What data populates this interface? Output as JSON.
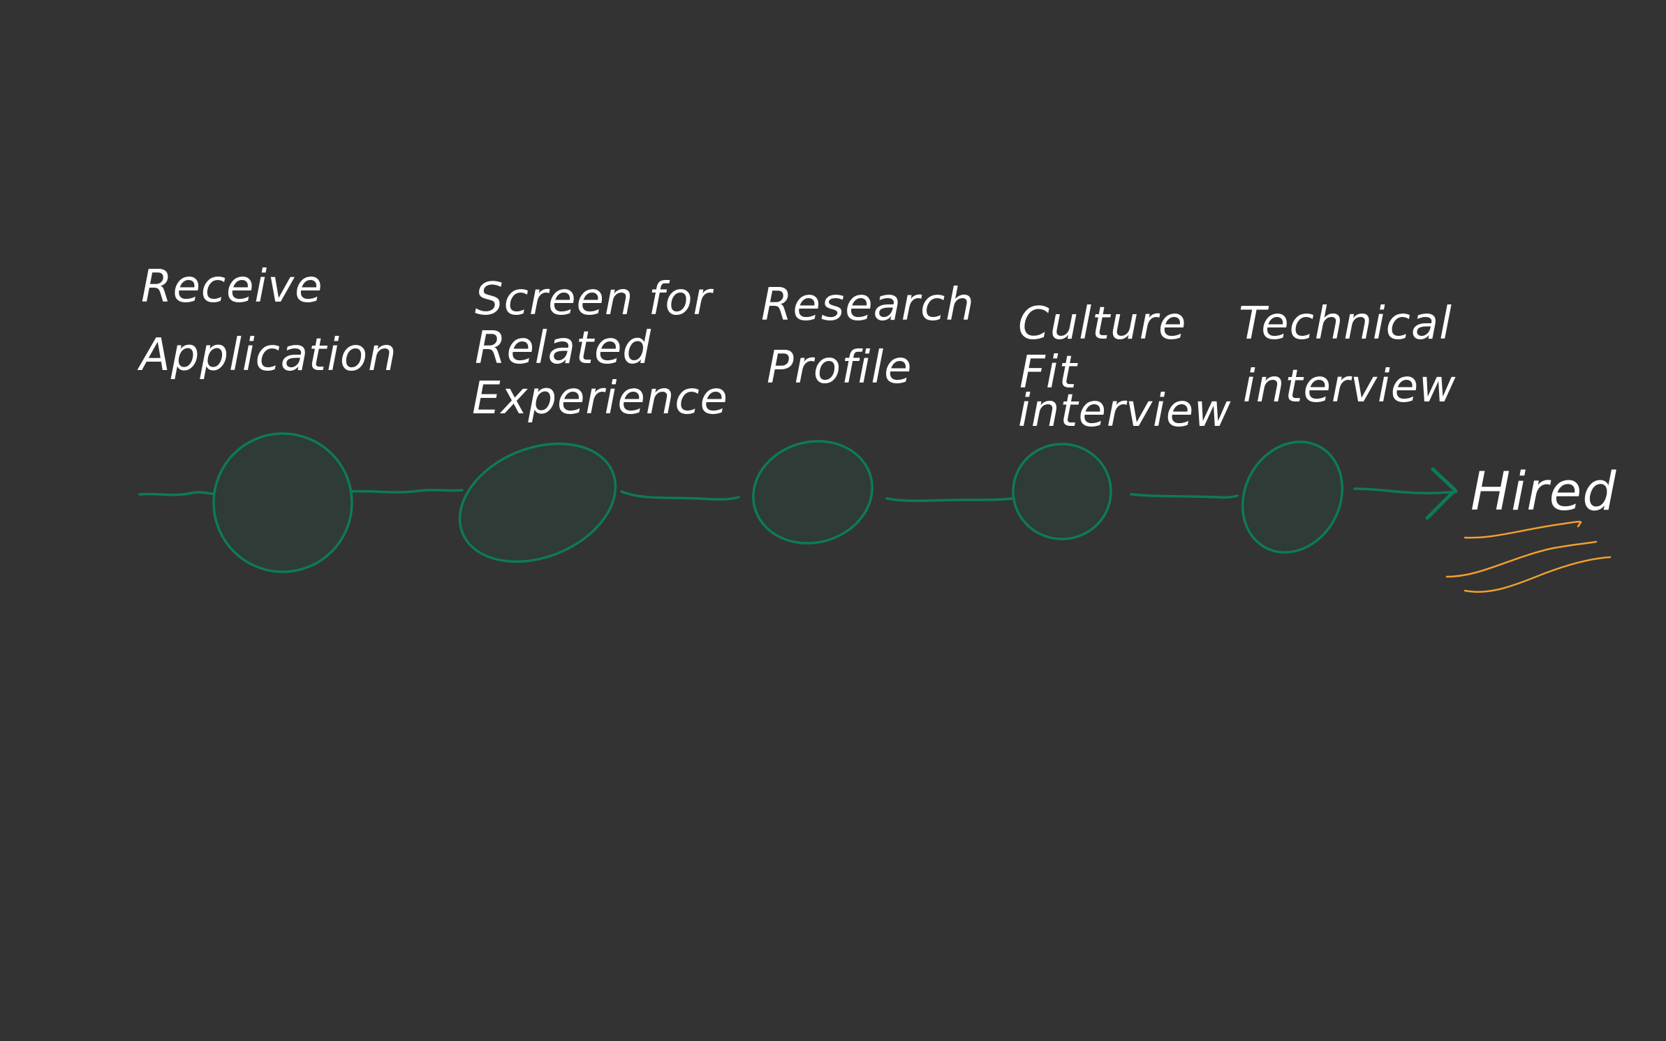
{
  "diagram": {
    "stages": [
      {
        "lines": [
          "Receive",
          "Application"
        ]
      },
      {
        "lines": [
          "Screen for",
          "Related",
          "Experience"
        ]
      },
      {
        "lines": [
          "Research",
          "Profile"
        ]
      },
      {
        "lines": [
          "Culture",
          "Fit",
          "interview"
        ]
      },
      {
        "lines": [
          "Technical",
          "interview"
        ]
      }
    ],
    "outcome": "Hired",
    "colors": {
      "background": "#333333",
      "node_stroke": "#0e7a5a",
      "node_fill": "#2e3b37",
      "text": "#ffffff",
      "emphasis": "#f0a030"
    }
  }
}
